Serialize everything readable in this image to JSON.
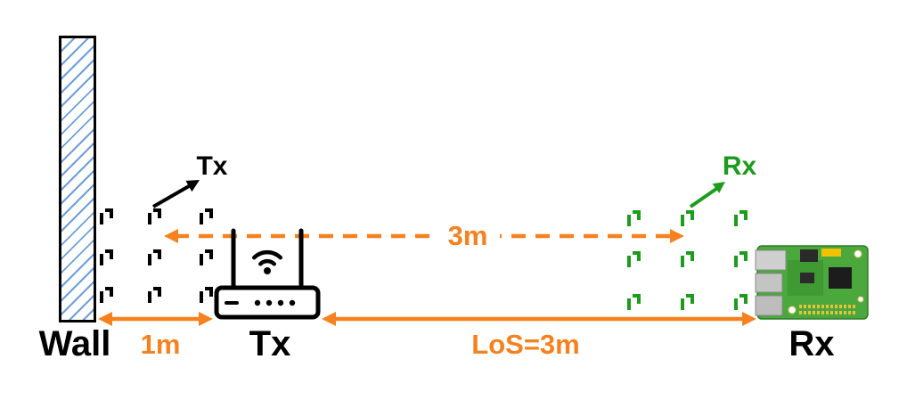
{
  "labels": {
    "wall": "Wall",
    "tx": "Tx",
    "rx": "Rx",
    "tx_direction": "Tx",
    "rx_direction": "Rx",
    "wall_to_tx_distance": "1m",
    "los_distance": "LoS=3m",
    "offset_distance": "3m"
  },
  "colors": {
    "distance_annotation": "#f5821f",
    "receiver_markers": "#1d9b1d",
    "transmitter_markers": "#000000",
    "wall_hatch": "#6f9fd8"
  },
  "icons": {
    "transmitter": "wifi-router-icon",
    "receiver": "raspberry-pi-icon",
    "wall": "hatched-wall-icon"
  }
}
